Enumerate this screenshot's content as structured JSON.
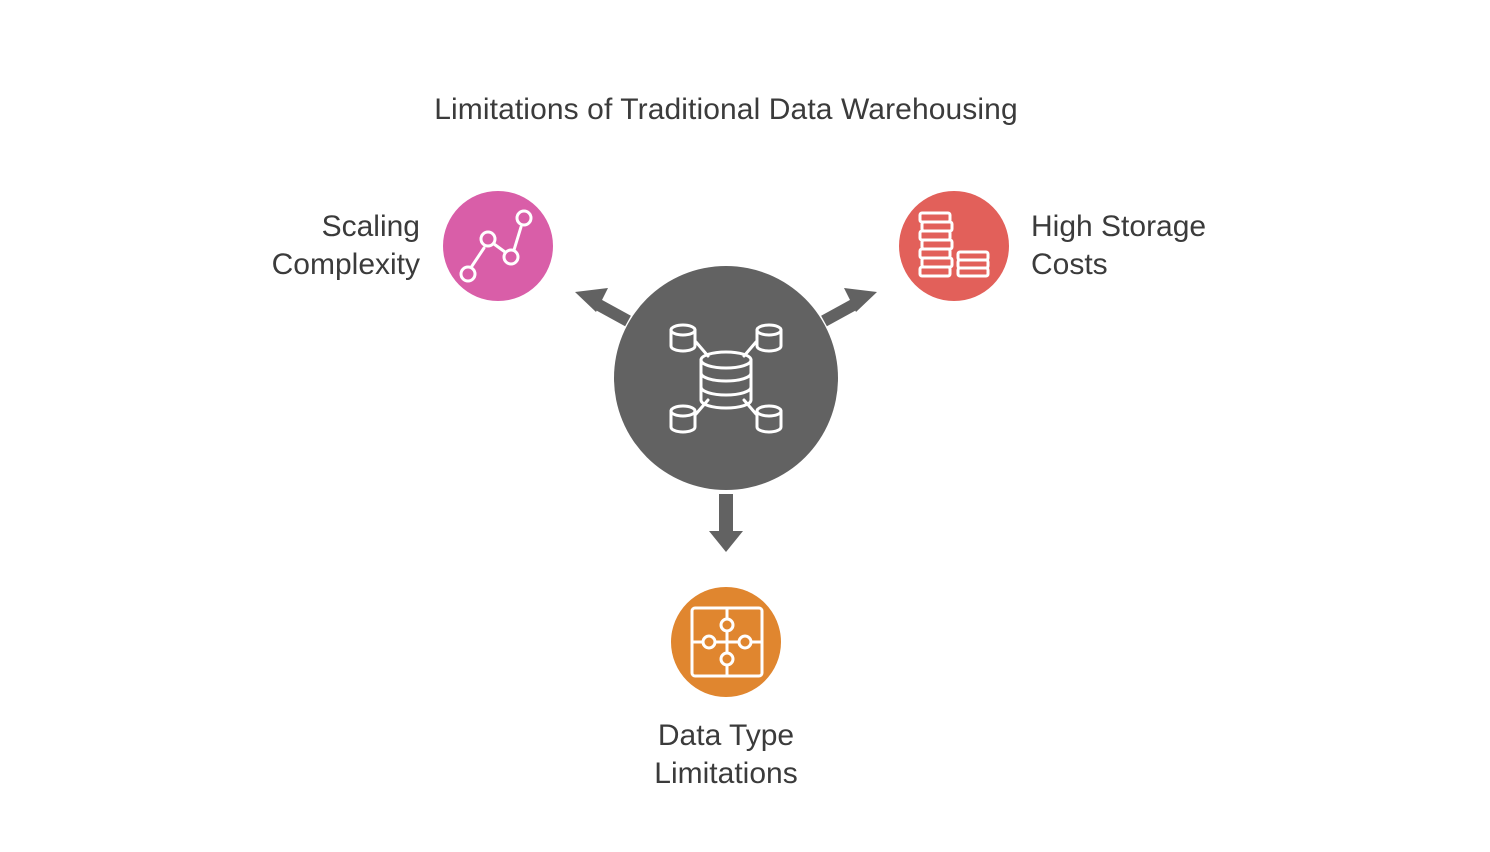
{
  "title": "Limitations of Traditional Data Warehousing",
  "center": {
    "icon": "database-network-icon",
    "color": "#626262"
  },
  "nodes": [
    {
      "id": "scaling",
      "lines": [
        "Scaling",
        "Complexity"
      ],
      "icon": "line-chart-icon",
      "color": "#d95ea8"
    },
    {
      "id": "storage",
      "lines": [
        "High Storage",
        "Costs"
      ],
      "icon": "coin-stack-icon",
      "color": "#e2605a"
    },
    {
      "id": "datatype",
      "lines": [
        "Data Type",
        "Limitations"
      ],
      "icon": "puzzle-icon",
      "color": "#e0862f"
    }
  ]
}
